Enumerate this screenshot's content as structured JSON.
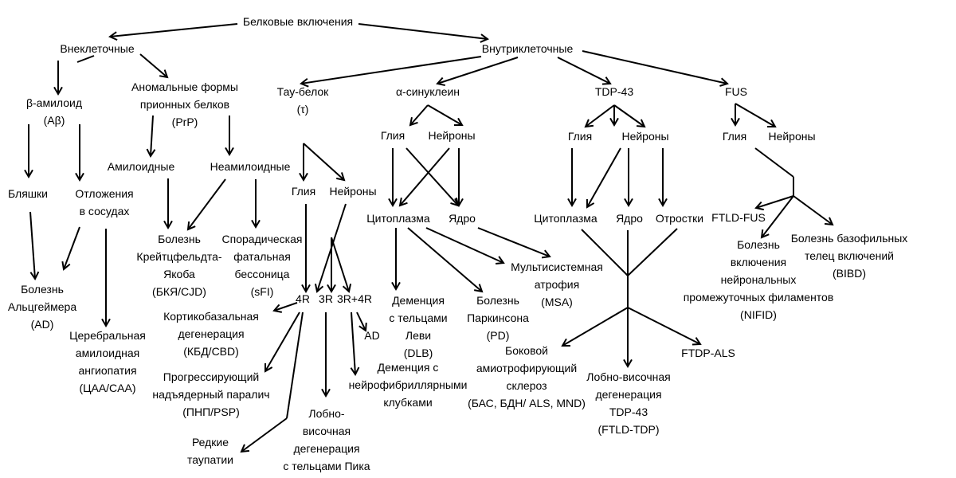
{
  "nodes": {
    "root": [
      "Белковые включения"
    ],
    "extra": [
      "Внеклеточные"
    ],
    "intra": [
      "Внутриклеточные"
    ],
    "abeta": [
      "β-амилоид",
      "(Aβ)"
    ],
    "prion": [
      "Аномальные формы",
      "прионных белков",
      "(PrP)"
    ],
    "tau": [
      "Тау-белок",
      "(τ)"
    ],
    "asyn": [
      "α-синуклеин"
    ],
    "tdp": [
      "TDP-43"
    ],
    "fus": [
      "FUS"
    ],
    "plaques": [
      "Бляшки"
    ],
    "vessel": [
      "Отложения",
      "в сосудах"
    ],
    "amyloid": [
      "Амилоидные"
    ],
    "nonamyloid": [
      "Неамилоидные"
    ],
    "tau_glia": [
      "Глия"
    ],
    "tau_neurons": [
      "Нейроны"
    ],
    "asyn_glia": [
      "Глия"
    ],
    "asyn_neurons": [
      "Нейроны"
    ],
    "tdp_glia": [
      "Глия"
    ],
    "tdp_neurons": [
      "Нейроны"
    ],
    "fus_glia": [
      "Глия"
    ],
    "fus_neurons": [
      "Нейроны"
    ],
    "ad_main": [
      "Болезнь",
      "Альцгеймера",
      "(AD)"
    ],
    "caa": [
      "Церебральная",
      "амилоидная",
      "ангиопатия",
      "(ЦАА/CAA)"
    ],
    "cjd": [
      "Болезнь",
      "Крейтцфельдта-",
      "Якоба",
      "(БКЯ/CJD)"
    ],
    "sfi": [
      "Спорадическая",
      "фатальная",
      "бессоница",
      "(sFI)"
    ],
    "r4": [
      "4R"
    ],
    "r3": [
      "3R"
    ],
    "r34": [
      "3R+4R"
    ],
    "cbd": [
      "Кортикобазальная",
      "дегенерация",
      "(КБД/CBD)"
    ],
    "psp": [
      "Прогрессирующий",
      "надъядерный паралич",
      "(ПНП/PSP)"
    ],
    "rare": [
      "Редкие",
      "таупатии"
    ],
    "pick": [
      "Лобно-",
      "височная",
      "дегенерация",
      "с тельцами Пика"
    ],
    "ad_tau": [
      "AD"
    ],
    "nft": [
      "Деменция с",
      "нейрофибриллярными",
      "клубками"
    ],
    "asyn_cyto": [
      "Цитоплазма"
    ],
    "asyn_nucleus": [
      "Ядро"
    ],
    "dlb": [
      "Деменция",
      "с тельцами",
      "Леви",
      "(DLB)"
    ],
    "pd": [
      "Болезнь",
      "Паркинсона",
      "(PD)"
    ],
    "msa": [
      "Мультисистемная",
      "атрофия",
      "(MSA)"
    ],
    "tdp_cyto": [
      "Цитоплазма"
    ],
    "tdp_nucleus": [
      "Ядро"
    ],
    "tdp_neurites": [
      "Отростки"
    ],
    "als": [
      "Боковой",
      "амиотрофирующий",
      "склероз",
      "(БАС, БДН/ ALS, MND)"
    ],
    "ftld_tdp": [
      "Лобно-височная",
      "дегенерация",
      "TDP-43",
      "(FTLD-TDP)"
    ],
    "ftdp_als": [
      "FTDP-ALS"
    ],
    "ftld_fus": [
      "FTLD-FUS"
    ],
    "nifid": [
      "Болезнь",
      "включения",
      "нейрональных",
      "промежуточных филаментов",
      "(NIFID)"
    ],
    "bibd": [
      "Болезнь базофильных",
      "телец включений",
      "(BIBD)"
    ]
  }
}
